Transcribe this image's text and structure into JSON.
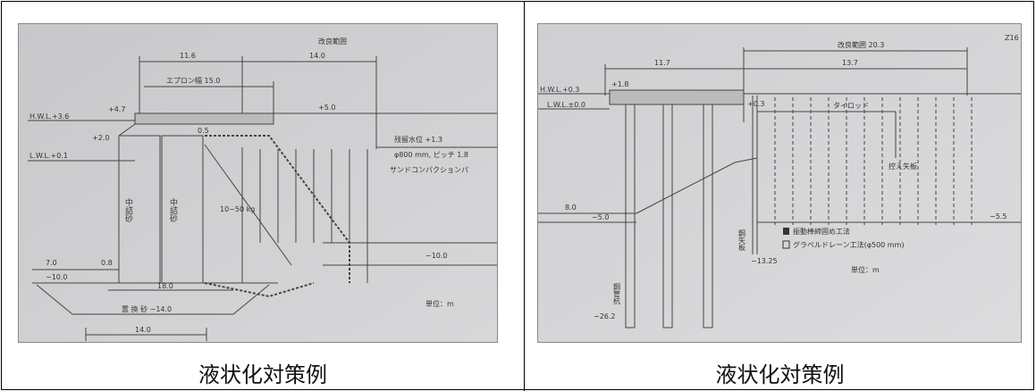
{
  "panels": [
    {
      "caption": "液状化対策例",
      "labels": {
        "improve_range": "改良範囲",
        "dim_11_6": "11.6",
        "dim_14_0_top": "14.0",
        "apron": "エプロン幅 15.0",
        "plus_4_7": "+4.7",
        "hwl": "H.W.L.+3.6",
        "plus_5_0": "+5.0",
        "plus_2_0": "+2.0",
        "dim_0_5": "0.5",
        "residual_wl": "残留水位 +1.3",
        "pile_spec": "φ800 mm, ピッチ 1.8",
        "sand_comp": "サンドコンパクションパ",
        "lwl": "L.W.L.+0.1",
        "fill_sand_1": "中詰砂",
        "fill_sand_2": "中詰砂",
        "stone": "10~50 kg",
        "dim_7_0": "7.0",
        "dim_0_8": "0.8",
        "minus_10_0_left": "−10.0",
        "minus_10_0_right": "−10.0",
        "dim_18_0": "18.0",
        "replace_sand": "置 換 砂  −14.0",
        "dim_14_0_bottom": "14.0",
        "unit": "単位：m"
      }
    },
    {
      "caption": "液状化対策例",
      "labels": {
        "improve_range": "改良範囲 20.3",
        "dim_11_7": "11.7",
        "dim_13_7": "13.7",
        "plus_1_8": "+1.8",
        "hwl": "H.W.L.+0.3",
        "lwl": "L.W.L.±0.0",
        "plus_0_3": "+0.3",
        "tie_rod": "タイロッド",
        "anchor": "控え矢板",
        "dim_8_0": "8.0",
        "minus_5_0": "−5.0",
        "minus_5_5": "−5.5",
        "steel_sheet": "鋼矢板",
        "method_1": "振動棒締固め工法",
        "method_2": "グラベルドレーン工法(φ500 mm)",
        "minus_13_25": "−13.25",
        "steel_pile": "鋼管杭",
        "minus_26_2": "−26.2",
        "unit": "単位：m",
        "page_mark": "Z16"
      }
    }
  ]
}
